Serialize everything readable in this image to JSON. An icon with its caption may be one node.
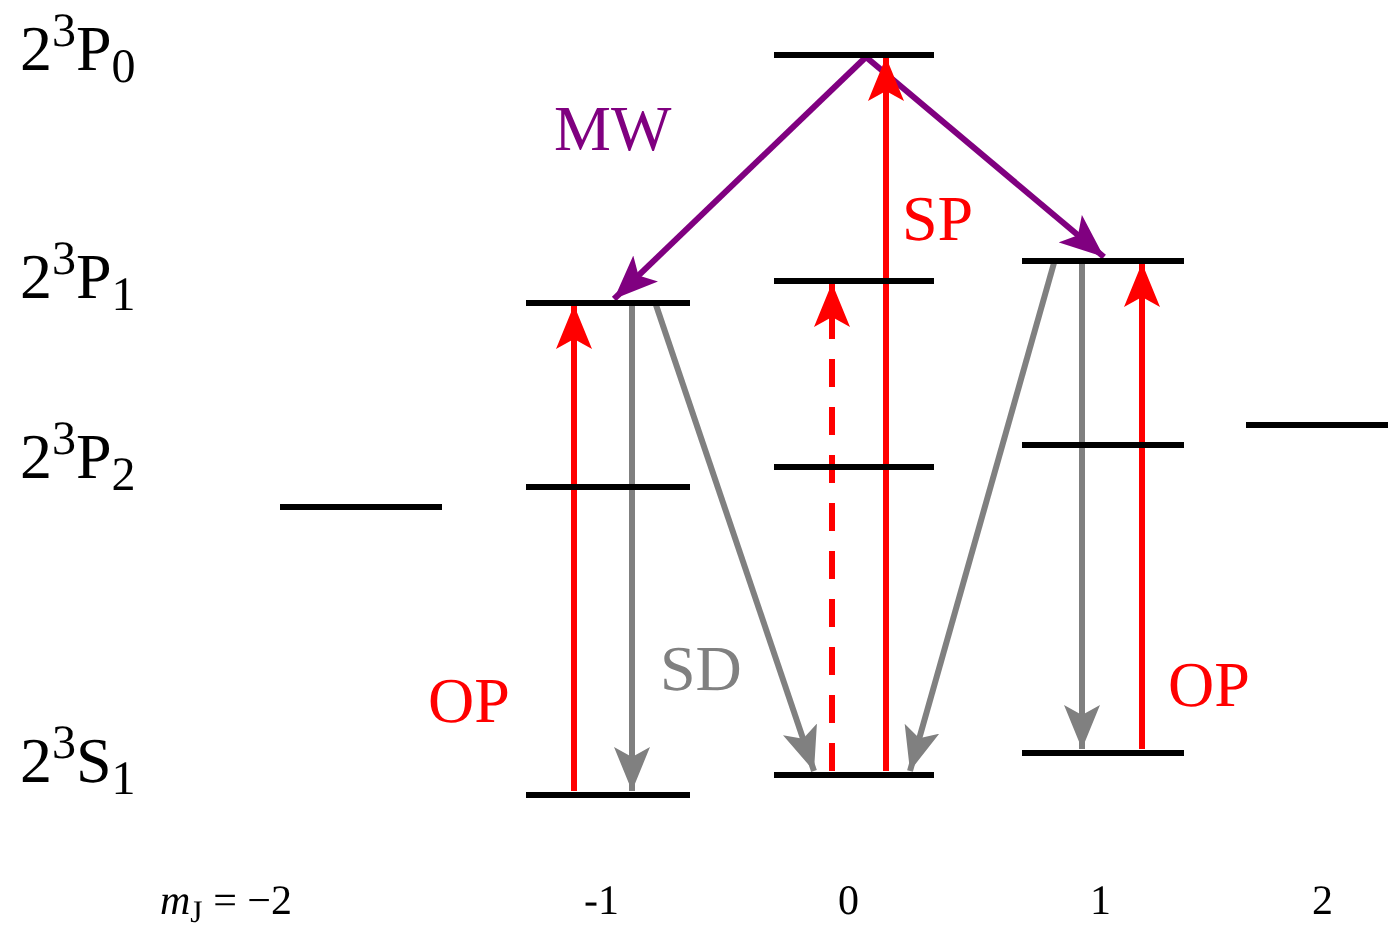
{
  "diagram": {
    "nodes": [
      {
        "text": [],
        "shape": "bar"
      },
      {
        "text": [],
        "shape": "bar"
      },
      {
        "text": [],
        "shape": "bar"
      },
      {
        "text": [],
        "shape": "bar"
      },
      {
        "text": [],
        "shape": "bar"
      },
      {
        "text": [],
        "shape": "bar"
      },
      {
        "text": [],
        "shape": "bar"
      },
      {
        "text": [],
        "shape": "bar"
      },
      {
        "text": [],
        "shape": "bar"
      },
      {
        "text": [],
        "shape": "bar"
      },
      {
        "text": [],
        "shape": "bar"
      },
      {
        "text": [],
        "shape": "bar"
      }
    ],
    "edges": [
      {
        "from": 0,
        "to": 1,
        "arrow": "to",
        "label": "MW",
        "color": "#800080"
      },
      {
        "from": 0,
        "to": 3,
        "arrow": "to",
        "color": "#800080"
      },
      {
        "from": 10,
        "to": 0,
        "arrow": "to",
        "label": "SP"
      },
      {
        "from": 10,
        "to": 2,
        "arrow": "to",
        "style": "dashed"
      },
      {
        "from": 9,
        "to": 1,
        "arrow": "to",
        "label": "OP"
      },
      {
        "from": 1,
        "to": 9,
        "arrow": "to",
        "color": "#808080"
      },
      {
        "from": 1,
        "to": 10,
        "arrow": "to",
        "label": "SD",
        "color": "#808080"
      },
      {
        "from": 3,
        "to": 10,
        "arrow": "to",
        "color": "#808080"
      },
      {
        "from": 3,
        "to": 11,
        "arrow": "to",
        "color": "#808080"
      },
      {
        "from": 11,
        "to": 3,
        "arrow": "to",
        "label": "OP"
      }
    ],
    "labels": [
      "2$^{3}$P$_{0}$",
      "2$^{3}$P$_{1}$",
      "2$^{3}$P$_{2}$",
      "2$^{3}$S$_{1}$",
      "*m*$_{J}$ = −2",
      "-1",
      "0",
      "1",
      "2"
    ]
  }
}
